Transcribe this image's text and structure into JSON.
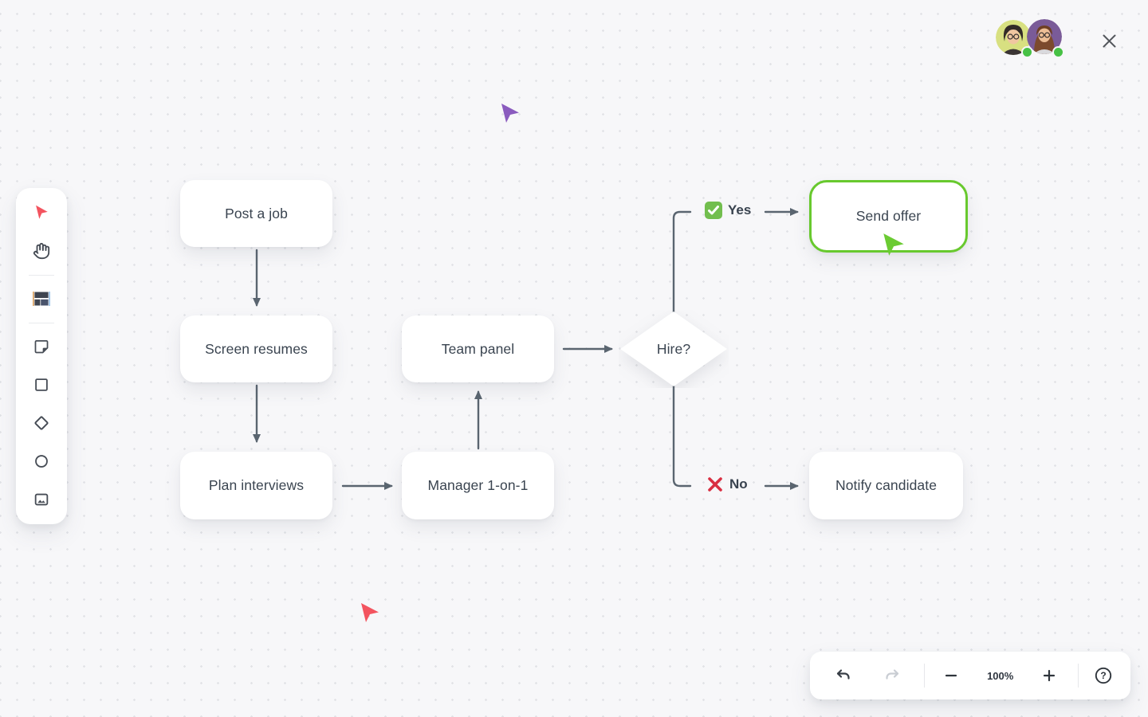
{
  "theme": {
    "background": "#F7F7F9",
    "dot_color": "#E2E3E7",
    "node_fill": "#FFFFFF",
    "node_text": "#3A4450",
    "connector_color": "#5A6570",
    "selected_node_border_green": "#68C92E",
    "check_green": "#72BE4E",
    "cross_red": "#D92F42",
    "active_tool_red": "#F3545F",
    "cursor_purple": "#8A5BBE",
    "cursor_green": "#6BCB33",
    "status_online_green": "#47C145"
  },
  "presence": {
    "collaborators": [
      {
        "id": "collaborator-1",
        "avatar_bg": "#D8E081",
        "status": "online"
      },
      {
        "id": "collaborator-2",
        "avatar_bg": "#7A5B98",
        "status": "online"
      }
    ]
  },
  "left_toolbar": {
    "tools": [
      {
        "name": "select",
        "icon": "cursor-icon",
        "active": true
      },
      {
        "name": "hand",
        "icon": "hand-icon",
        "active": false
      },
      {
        "name": "templates",
        "icon": "layout-icon",
        "active": false
      },
      {
        "name": "sticky-note",
        "icon": "sticky-note-icon",
        "active": false
      },
      {
        "name": "rectangle",
        "icon": "rectangle-icon",
        "active": false
      },
      {
        "name": "diamond",
        "icon": "diamond-icon",
        "active": false
      },
      {
        "name": "ellipse",
        "icon": "circle-icon",
        "active": false
      },
      {
        "name": "image",
        "icon": "image-icon",
        "active": false
      }
    ]
  },
  "flowchart": {
    "nodes": [
      {
        "id": "post-job",
        "label": "Post a job",
        "shape": "rounded-rect"
      },
      {
        "id": "screen-resumes",
        "label": "Screen resumes",
        "shape": "rounded-rect"
      },
      {
        "id": "plan-interviews",
        "label": "Plan interviews",
        "shape": "rounded-rect"
      },
      {
        "id": "manager-1-on-1",
        "label": "Manager 1-on-1",
        "shape": "rounded-rect"
      },
      {
        "id": "team-panel",
        "label": "Team panel",
        "shape": "rounded-rect"
      },
      {
        "id": "hire-decision",
        "label": "Hire?",
        "shape": "diamond"
      },
      {
        "id": "send-offer",
        "label": "Send offer",
        "shape": "rounded-rect",
        "selected": true
      },
      {
        "id": "notify-candidate",
        "label": "Notify candidate",
        "shape": "rounded-rect"
      }
    ],
    "branches": {
      "yes_label": "Yes",
      "no_label": "No"
    }
  },
  "zoom_toolbar": {
    "zoom_level": "100%",
    "undo_enabled": true,
    "redo_enabled": false,
    "help_glyph": "?"
  }
}
